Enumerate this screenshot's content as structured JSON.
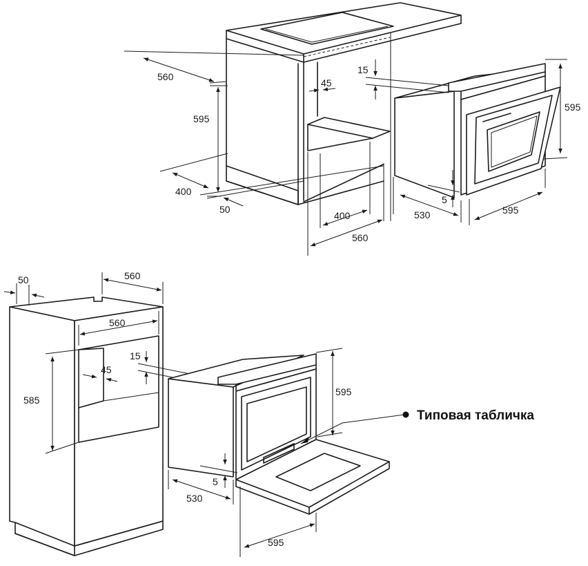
{
  "diagram": {
    "top_install": {
      "dims": {
        "cabinet_depth": "560",
        "niche_height": "595",
        "niche_depth_bottom": "400",
        "front_offset": "50",
        "side_gap": "45",
        "base_depth_front": "400",
        "base_depth_total": "560",
        "top_gap": "15",
        "oven_height": "595",
        "bottom_gap": "5",
        "oven_depth": "530",
        "oven_width": "595"
      }
    },
    "column_install": {
      "dims": {
        "front_offset": "50",
        "cabinet_depth": "560",
        "niche_width": "560",
        "side_gap": "45",
        "top_gap": "15",
        "niche_height": "585",
        "oven_height": "595",
        "bottom_gap": "5",
        "oven_depth": "530",
        "oven_width": "595"
      }
    },
    "rating_plate_label": "Типовая табличка"
  }
}
